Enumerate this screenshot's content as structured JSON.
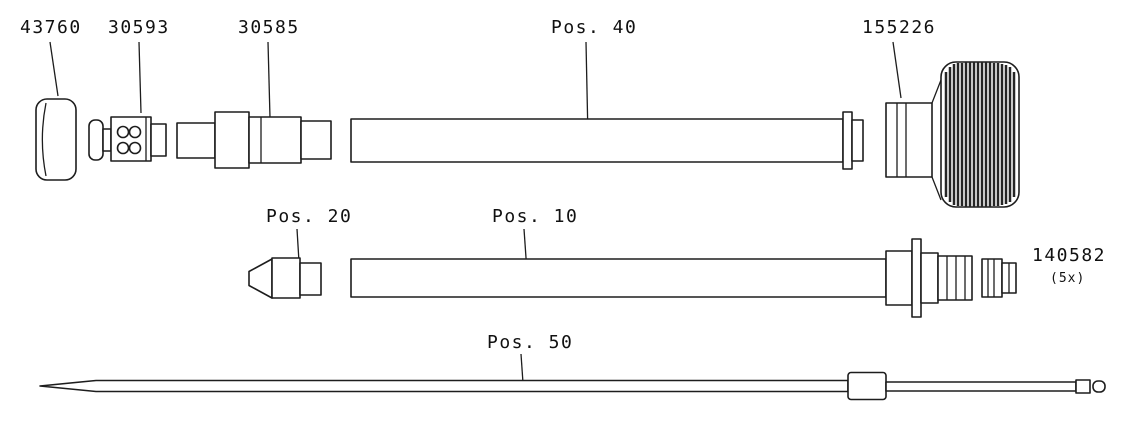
{
  "diagram": {
    "type": "exploded-parts-diagram",
    "colors": {
      "background": "#ffffff",
      "line": "#1d1d1d"
    },
    "labels": {
      "part_43760": "43760",
      "part_30593": "30593",
      "part_30585": "30585",
      "pos_40": "Pos. 40",
      "part_155226": "155226",
      "pos_20": "Pos. 20",
      "pos_10": "Pos. 10",
      "part_140582": "140582",
      "part_140582_qty": "(5x)",
      "pos_50": "Pos. 50"
    }
  }
}
